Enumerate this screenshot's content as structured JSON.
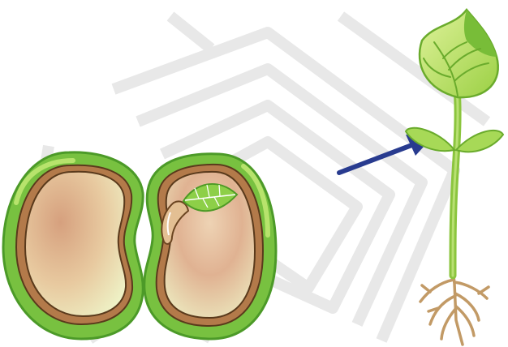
{
  "colors": {
    "background": "#ffffff",
    "watermark": "#e6e6e6",
    "seed_coat_outer": "#7cc344",
    "seed_coat_highlight": "#a9dd62",
    "seed_coat_dark": "#4f9a2a",
    "coat_inner_brown": "#b07b4c",
    "cotyledon_center": "#d9a583",
    "cotyledon_edge": "#eef1c4",
    "plumule_leaf": "#8fcf4a",
    "radicle": "#e6c39a",
    "arrow": "#283b8f",
    "stem": "#8cc63f",
    "leaf_light": "#d4ee8a",
    "leaf_dark": "#93cc3a",
    "root": "#c39a66"
  },
  "icons": {
    "watermark": "maze-watermark",
    "left_cotyledon": "cotyledon-half-left",
    "right_cotyledon": "cotyledon-half-right-with-embryo",
    "arrow": "pointer-arrow",
    "seedling": "bean-seedling"
  }
}
